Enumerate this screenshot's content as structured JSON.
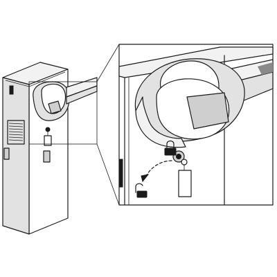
{
  "colors": {
    "background": "#ffffff",
    "line": "#1a1a1a",
    "shade_light": "#f2f2f2",
    "shade_mid": "#e2e2e2",
    "shade_dark": "#cfcfcf"
  },
  "illustration": {
    "icons": [
      "barrier-cabinet",
      "motor-cover",
      "barrier-arm",
      "ventilation-grille",
      "key-lock",
      "key-tag",
      "padlock-locked-icon",
      "padlock-unlocked-icon",
      "rotation-arrow-icon",
      "callout-lines"
    ]
  }
}
